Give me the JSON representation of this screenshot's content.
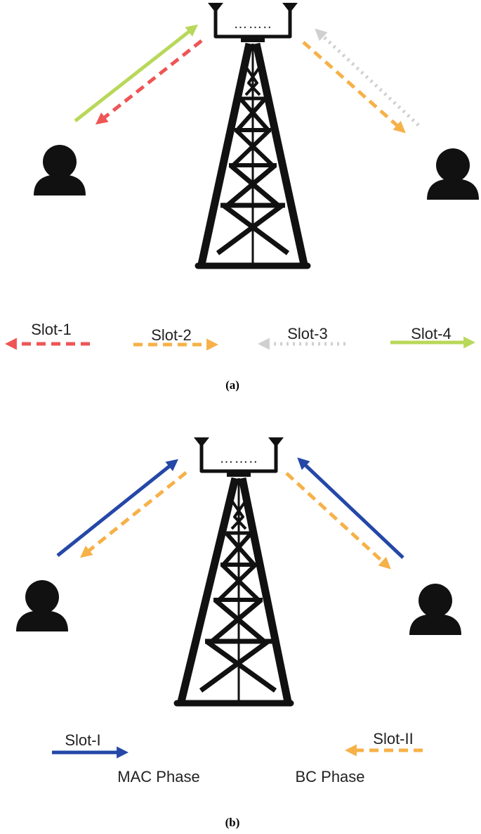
{
  "colors": {
    "red": "#ee5555",
    "orange": "#f6b148",
    "gray": "#d0d0d0",
    "green": "#b8d85a",
    "blue": "#2447a8",
    "black": "#111111"
  },
  "panel_a": {
    "caption": "(a)",
    "bs_dots": "……..",
    "legend": {
      "slot1": "Slot-1",
      "slot2": "Slot-2",
      "slot3": "Slot-3",
      "slot4": "Slot-4"
    }
  },
  "panel_b": {
    "caption": "(b)",
    "bs_dots": "……..",
    "legend": {
      "slot_i": "Slot-I",
      "slot_ii": "Slot-II",
      "mac_phase": "MAC Phase",
      "bc_phase": "BC Phase"
    }
  }
}
